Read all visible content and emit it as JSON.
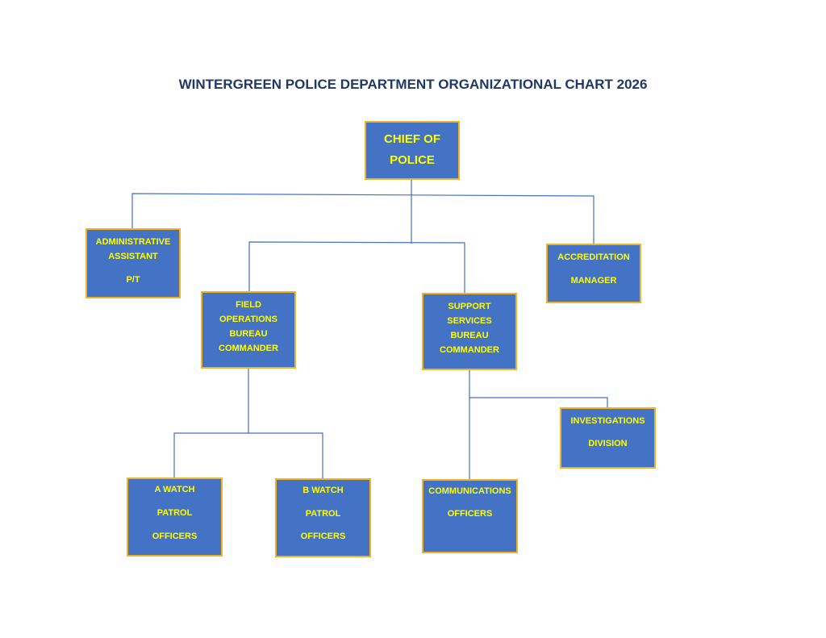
{
  "title": "WINTERGREEN POLICE DEPARTMENT ORGANIZATIONAL CHART 2026",
  "colors": {
    "box_fill": "#4472c4",
    "box_border": "#f0b323",
    "box_text": "#ffff00",
    "title_text": "#1f3864",
    "connector": "#4472c4"
  },
  "nodes": {
    "chief": {
      "line1": "CHIEF OF",
      "line2": "POLICE"
    },
    "admin": {
      "line1": "ADMINISTRATIVE",
      "line2": "ASSISTANT",
      "line3": "P/T"
    },
    "accreditation": {
      "line1": "ACCREDITATION",
      "line2": "MANAGER"
    },
    "field": {
      "line1": "FIELD",
      "line2": "OPERATIONS",
      "line3": "BUREAU",
      "line4": "COMMANDER"
    },
    "support": {
      "line1": "SUPPORT",
      "line2": "SERVICES",
      "line3": "BUREAU",
      "line4": "COMMANDER"
    },
    "investigations": {
      "line1": "INVESTIGATIONS",
      "line2": "DIVISION"
    },
    "a_watch": {
      "line1": "A WATCH",
      "line2": "PATROL",
      "line3": "OFFICERS"
    },
    "b_watch": {
      "line1": "B WATCH",
      "line2": "PATROL",
      "line3": "OFFICERS"
    },
    "communications": {
      "line1": "COMMUNICATIONS",
      "line2": "OFFICERS"
    }
  }
}
